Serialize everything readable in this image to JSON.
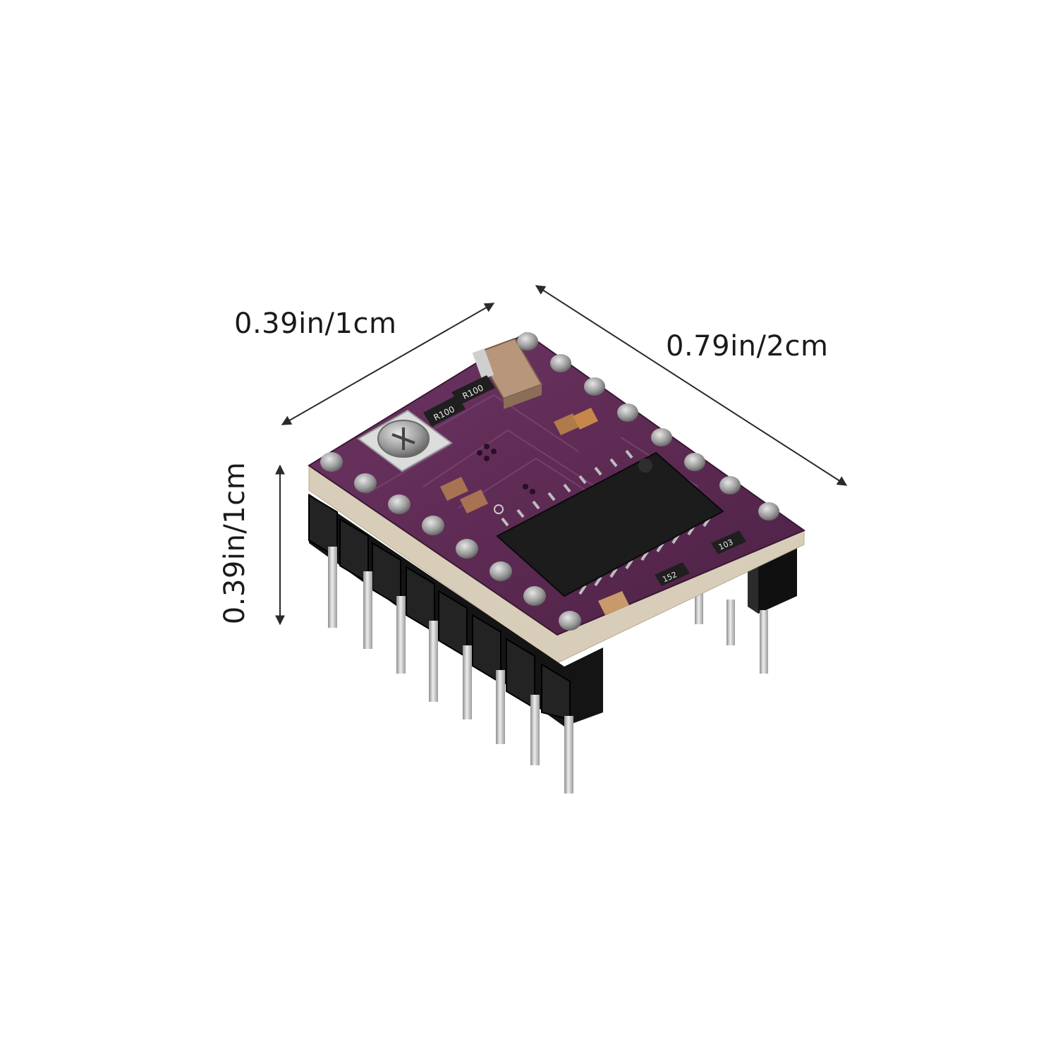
{
  "dimensions": {
    "depth_label": "0.39in/1cm",
    "width_label": "0.79in/2cm",
    "height_label": "0.39in/1cm"
  },
  "board": {
    "pcb_color": "#5e2a53",
    "chip_markings": [
      "R100",
      "R100",
      "103",
      "152"
    ]
  },
  "colors": {
    "background": "#ffffff",
    "pcb": "#5e2a53",
    "pcb_edge": "#d8cdb8",
    "header": "#161616",
    "pin": "#c9c9c9",
    "chip": "#1c1c1c",
    "arrow": "#2a2a2a"
  },
  "icons": [
    "double-arrow-icon"
  ]
}
